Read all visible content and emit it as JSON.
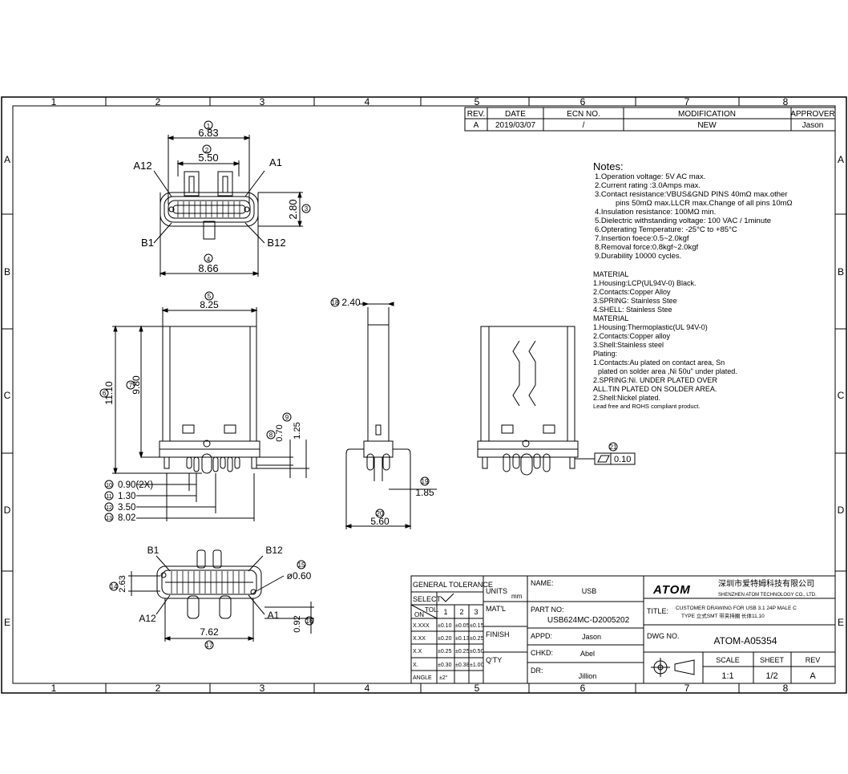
{
  "frame": {
    "columns": [
      "1",
      "2",
      "3",
      "4",
      "5",
      "6",
      "7",
      "8"
    ],
    "rows": [
      "A",
      "B",
      "C",
      "D",
      "E"
    ]
  },
  "revision_table": {
    "headers": {
      "rev": "REV.",
      "date": "DATE",
      "ecn": "ECN NO.",
      "modification": "MODIFICATION",
      "approver": "APPROVER"
    },
    "row": {
      "rev": "A",
      "date": "2019/03/07",
      "ecn": "/",
      "modification": "NEW",
      "approver": "Jason"
    }
  },
  "notes": {
    "title": "Notes:",
    "items": [
      "1.Operation voltage: 5V AC max.",
      "2.Current rating :3.0Amps max.",
      "3.Contact resistance:VBUS&GND PINS 40mΩ max.other",
      "pins 50mΩ max.LLCR max.Change of all pins 10mΩ",
      "4.Insulation resistance: 100MΩ min.",
      "5.Dielectric withstanding voltage: 100 VAC / 1minute",
      "6.Opterating Temperature: -25°C to +85°C",
      "7.Insertion foece:0.5~2.0kgf",
      "8.Removal force:0.8kgf~2.0kgf",
      "9.Durability 10000 cycles."
    ],
    "material_lines": [
      "MATERIAL",
      "1.Housing:LCP(UL94V-0) Black.",
      "2.Contacts:Copper Alloy",
      "3.SPRING: Stainless Stee",
      "4.SHELL: Stainless Stee",
      "MATERIAL",
      "1.Housing:Thermoplastic(UL 94V-0)",
      "2.Contacts:Copper alloy",
      "3.Shell:Stainless steel",
      "Plating:",
      "1.Contacts:Au plated on contact area, Sn",
      "plated on solder area ,Ni 50u\" under plated.",
      "2.SPRING:Ni. UNDER PLATED OVER",
      "ALL.TIN PLATED ON SOLDER AREA.",
      "2.Shell:Nickel plated.",
      "Lead free and ROHS compliant product."
    ]
  },
  "dimensions": {
    "front_view": {
      "d1_num": "1",
      "d1_val": "6.83",
      "d2_num": "2",
      "d2_val": "5.50",
      "d3_num": "3",
      "d3_val": "2.80",
      "d4_num": "4",
      "d4_val": "8.66",
      "pin_a12": "A12",
      "pin_a1": "A1",
      "pin_b1": "B1",
      "pin_b12": "B12"
    },
    "top_view": {
      "d5_num": "5",
      "d5_val": "8.25",
      "d6_num": "6",
      "d6_val": "11.10",
      "d7_num": "7",
      "d7_val": "9.80",
      "d8_num": "8",
      "d8_val": "0.70",
      "d9_num": "9",
      "d9_val": "1.25",
      "d10_num": "10",
      "d10_val": "0.90(2X)",
      "d11_num": "11",
      "d11_val": "1.30",
      "d12_num": "12",
      "d12_val": "3.50",
      "d13_num": "13",
      "d13_val": "8.02"
    },
    "side_view": {
      "d18_num": "18",
      "d18_val": "2.40",
      "d19_num": "19",
      "d19_val": "1.85",
      "d20_num": "20",
      "d20_val": "5.60"
    },
    "rear_view": {
      "d21_num": "21",
      "d21_val": "0.10"
    },
    "bottom_view": {
      "pin_b1": "B1",
      "pin_b12": "B12",
      "pin_a12": "A12",
      "pin_a1": "A1",
      "d14_num": "14",
      "d14_val": "2.63",
      "d15_num": "15",
      "d15_val": "ø0.60",
      "d16_num": "16",
      "d16_val": "0.92",
      "d17_num": "17",
      "d17_val": "7.62"
    }
  },
  "title_block": {
    "general_tolerance": "GENERAL TOLERANCE",
    "units_label": "UNITS",
    "units_value": "mm",
    "select_label": "SELECT",
    "tol_on_label": "ON",
    "tol_label": "TOL.",
    "tol_cols": [
      "1",
      "2",
      "3"
    ],
    "tol_rows": [
      {
        "label": "X.XXX",
        "v1": "±0.10",
        "v2": "±0.05",
        "v3": "±0.15"
      },
      {
        "label": "X.XX",
        "v1": "±0.20",
        "v2": "±0.13",
        "v3": "±0.25"
      },
      {
        "label": "X.X",
        "v1": "±0.25",
        "v2": "±0.25",
        "v3": "±0.50"
      },
      {
        "label": "X.",
        "v1": "±0.30",
        "v2": "±0.38",
        "v3": "±1.00"
      },
      {
        "label": "ANGLE",
        "v1": "±2°",
        "v2": "",
        "v3": ""
      }
    ],
    "matl_label": "MAT'L",
    "finish_label": "FINISH",
    "qty_label": "Q'TY",
    "name_label": "NAME:",
    "name_value": "USB",
    "part_no_label": "PART NO:",
    "part_no_value": "USB624MC-D2005202",
    "appd_label": "APPD:",
    "appd_value": "Jason",
    "chkd_label": "CHKD:",
    "chkd_value": "Abel",
    "dr_label": "DR:",
    "dr_value": "Jillion",
    "company_logo": "ATOM",
    "company_cn": "深圳市爱特姆科技有限公司",
    "company_en": "SHENZHEN ATOM TECHNOLOGY CO., LTD.",
    "title_label": "TITLE:",
    "title_value_1": "CUSTOMER DRAWING FOR USB 3.1 24P MALE C",
    "title_value_2": "TYPE 立式SMT 带夹持圈 长体11.10",
    "dwg_no_label": "DWG NO.",
    "dwg_no_value": "ATOM-A05354",
    "scale_label": "SCALE",
    "scale_value": "1:1",
    "sheet_label": "SHEET",
    "sheet_value": "1/2",
    "rev_label": "REV",
    "rev_value": "A"
  }
}
